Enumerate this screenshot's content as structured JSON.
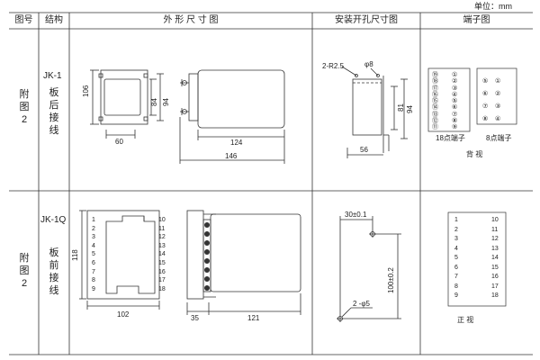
{
  "unit_label": "单位：mm",
  "header": {
    "fig_no": "图号",
    "structure": "结构",
    "outline": "外 形 尺 寸 图",
    "mounting": "安装开孔尺寸图",
    "terminal": "端子图"
  },
  "row1": {
    "fig_chars": [
      "附",
      "图",
      "2"
    ],
    "model": "JK-1",
    "struct_chars": [
      "板",
      "后",
      "接",
      "线"
    ],
    "dims": {
      "d106": "106",
      "d84": "84",
      "d94": "94",
      "d60": "60",
      "d124": "124",
      "d146": "146",
      "r25": "2-R2.5",
      "phi8": "φ8",
      "m56": "56",
      "m81": "81",
      "m94": "94"
    },
    "terminal18": {
      "caption": "18点端子",
      "left": [
        "⑲",
        "⑱",
        "⑰",
        "⑯",
        "⑮",
        "⑭",
        "⑬",
        "⑫",
        "⑪"
      ],
      "right": [
        "①",
        "②",
        "③",
        "④",
        "⑤",
        "⑥",
        "⑦",
        "⑧",
        "⑨"
      ]
    },
    "terminal8": {
      "caption": "8点端子",
      "left": [
        "⑤",
        "⑥",
        "⑦",
        "⑧"
      ],
      "right": [
        "①",
        "②",
        "③",
        "④"
      ]
    },
    "view": "背 视"
  },
  "row2": {
    "fig_chars": [
      "附",
      "图",
      "2"
    ],
    "model": "JK-1Q",
    "struct_chars": [
      "板",
      "前",
      "接",
      "线"
    ],
    "left_nums": [
      "1",
      "2",
      "3",
      "4",
      "5",
      "6",
      "7",
      "8",
      "9"
    ],
    "right_nums": [
      "10",
      "11",
      "12",
      "13",
      "14",
      "15",
      "16",
      "17",
      "18"
    ],
    "dims": {
      "d118": "118",
      "d102": "102",
      "d35": "35",
      "d121": "121",
      "d30": "30±0.1",
      "d100": "100±0.2",
      "phi5": "2 -φ5"
    },
    "terminal_left": [
      "1",
      "2",
      "3",
      "4",
      "5",
      "6",
      "7",
      "8",
      "9"
    ],
    "terminal_right": [
      "10",
      "11",
      "12",
      "13",
      "14",
      "15",
      "16",
      "17",
      "18"
    ],
    "view": "正 视"
  }
}
